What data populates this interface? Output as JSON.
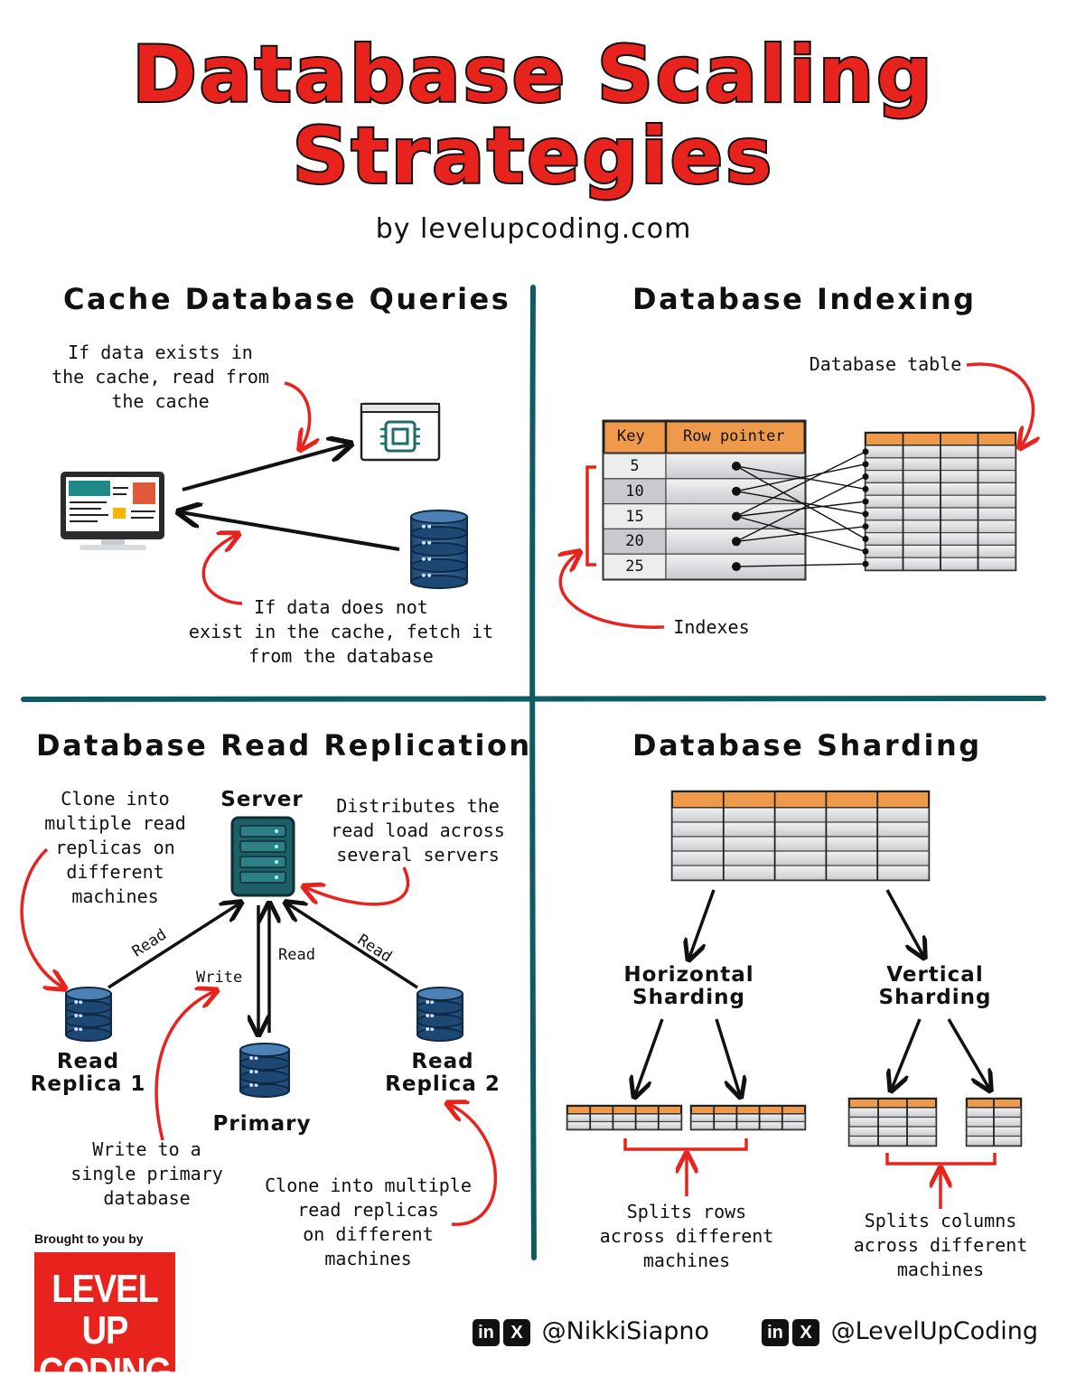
{
  "header": {
    "title_line1": "Database Scaling",
    "title_line2": "Strategies",
    "byline": "by levelupcoding.com"
  },
  "cache": {
    "heading": "Cache Database Queries",
    "note_hit": "If data exists in\nthe cache, read from\nthe cache",
    "note_miss": "If data does not\nexist in the cache, fetch it\nfrom the database"
  },
  "indexing": {
    "heading": "Database Indexing",
    "table_label": "Database table",
    "col_key": "Key",
    "col_pointer": "Row pointer",
    "keys": [
      "5",
      "10",
      "15",
      "20",
      "25"
    ],
    "indexes_label": "Indexes"
  },
  "replication": {
    "heading": "Database Read Replication",
    "server_label": "Server",
    "clone_note": "Clone into\nmultiple read\nreplicas on\ndifferent\nmachines",
    "distribute_note": "Distributes the\nread load across\nseveral servers",
    "read_left": "Read",
    "read_center": "Read",
    "read_right": "Read",
    "write": "Write",
    "replica1": "Read\nReplica 1",
    "replica2": "Read\nReplica 2",
    "primary": "Primary",
    "write_note": "Write to a\nsingle primary\ndatabase",
    "clone_note2": "Clone into multiple\nread replicas\non different\nmachines"
  },
  "sharding": {
    "heading": "Database Sharding",
    "horizontal": "Horizontal\nSharding",
    "vertical": "Vertical\nSharding",
    "rows_note": "Splits rows\nacross different\nmachines",
    "cols_note": "Splits columns\nacross different\nmachines"
  },
  "footer": {
    "brought_by": "Brought to you by",
    "logo_text": "LEVEL UP\nCODING",
    "handle1": "@NikkiSiapno",
    "handle2": "@LevelUpCoding",
    "linkedin_glyph": "in",
    "x_glyph": "X"
  },
  "colors": {
    "accent_red": "#e8231d",
    "divider_teal": "#0f5b63",
    "table_orange": "#ef9a4a",
    "db_blue": "#2c5a87",
    "server_teal": "#1d5f66"
  }
}
